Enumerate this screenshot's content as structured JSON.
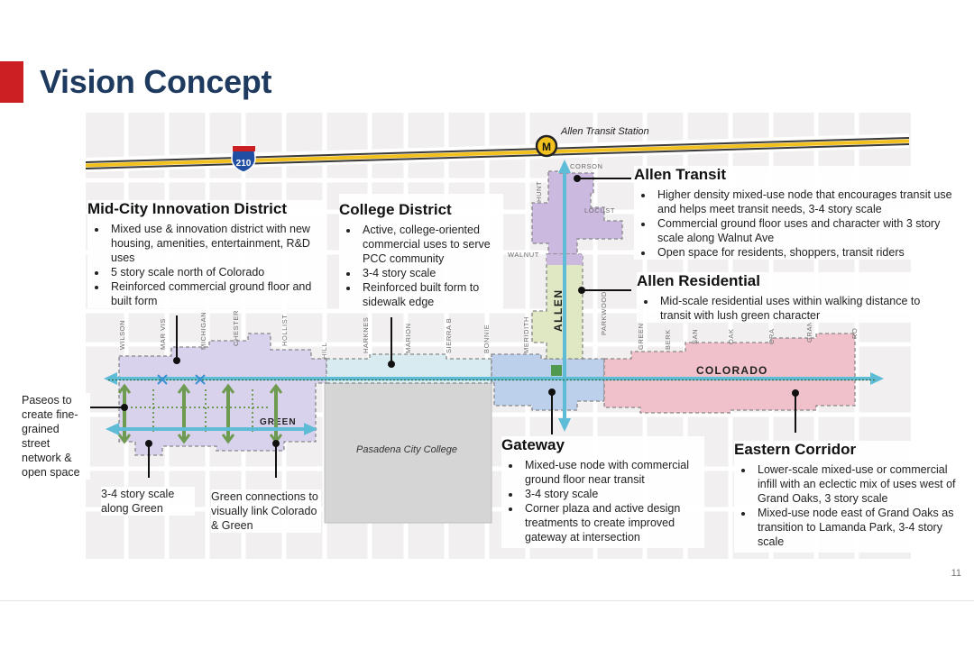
{
  "slide": {
    "title": "Vision Concept",
    "page_number": "11"
  },
  "map": {
    "highway_label": "210",
    "station_label": "Allen Transit Station",
    "metro_icon_letter": "M",
    "streets": {
      "corson": "CORSON",
      "locust": "LOCUST",
      "walnut": "WALNUT",
      "hunt": "HUNT",
      "allen": "ALLEN",
      "parkwood": "PARKWOOD",
      "colorado": "COLORADO",
      "green": "GREEN",
      "wilson": "WILSON",
      "mar_vista": "MAR VIS",
      "michigan": "MICHIGAN",
      "chester": "CHESTER",
      "hollis": "HOLLIST",
      "hill": "HILL",
      "harkness": "HARKNES",
      "marion": "MARION",
      "sierra": "SIERRA B",
      "bonnie": "BONNIE",
      "meridith": "MERIDITH",
      "greenwood": "GREENWOO",
      "berk": "BERK",
      "san": "SAN",
      "oak": "OAK",
      "cra": "CRA",
      "gran": "GRAN",
      "ro": "RO"
    },
    "campus_label": "Pasadena City College",
    "colors": {
      "innovation": "#d9d2ec",
      "college": "#d7ebf0",
      "gateway": "#bcd0ec",
      "transit": "#cbb9e0",
      "residential": "#dfe8c2",
      "eastern": "#f1c1cb",
      "arrow": "#5fbcd6",
      "green_arrow": "#6f9a52",
      "highway": "#f2c11d"
    }
  },
  "districts": {
    "mid_city": {
      "title": "Mid-City Innovation District",
      "bullets": [
        "Mixed use & innovation district with new housing, amenities, entertainment, R&D uses",
        "5 story scale north of Colorado",
        "Reinforced commercial ground floor and built form"
      ]
    },
    "college": {
      "title": "College District",
      "bullets": [
        "Active, college-oriented commercial uses to serve PCC community",
        "3-4 story scale",
        "Reinforced built form to sidewalk edge"
      ]
    },
    "allen_transit": {
      "title": "Allen Transit",
      "bullets": [
        "Higher density mixed-use node that encourages transit use and helps meet transit needs, 3-4 story scale",
        "Commercial ground floor uses and character with 3 story scale along Walnut Ave",
        "Open space for residents, shoppers, transit riders"
      ]
    },
    "allen_residential": {
      "title": "Allen Residential",
      "bullets": [
        "Mid-scale residential uses within walking distance to transit with lush green character"
      ]
    },
    "gateway": {
      "title": "Gateway",
      "bullets": [
        "Mixed-use node with commercial ground floor near transit",
        "3-4 story scale",
        "Corner plaza and active design treatments to create improved gateway at intersection"
      ]
    },
    "eastern": {
      "title": "Eastern Corridor",
      "bullets": [
        "Lower-scale mixed-use or commercial infill with an eclectic mix of uses west of Grand Oaks, 3 story scale",
        "Mixed-use node east of Grand Oaks as transition to Lamanda Park, 3-4 story scale"
      ]
    }
  },
  "notes": {
    "paseos": "Paseos to create fine-grained street network & open space",
    "green_scale": "3-4 story scale along Green",
    "green_connections": "Green connections to visually link Colorado & Green"
  }
}
